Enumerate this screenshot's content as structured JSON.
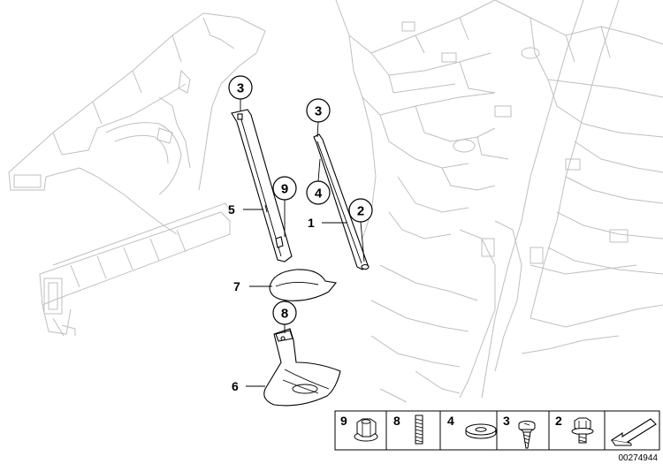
{
  "callouts": [
    {
      "label": "3"
    },
    {
      "label": "9"
    },
    {
      "label": "3"
    },
    {
      "label": "4"
    },
    {
      "label": "2"
    },
    {
      "label": "8"
    }
  ],
  "leader_labels": [
    {
      "label": "5"
    },
    {
      "label": "1"
    },
    {
      "label": "7"
    },
    {
      "label": "6"
    }
  ],
  "legend": {
    "items": [
      {
        "number": "9",
        "icon": "flange-nut-icon"
      },
      {
        "number": "8",
        "icon": "stud-bolt-icon"
      },
      {
        "number": "4",
        "icon": "washer-icon"
      },
      {
        "number": "3",
        "icon": "screw-icon"
      },
      {
        "number": "2",
        "icon": "flange-bolt-icon"
      }
    ],
    "direction_icon": "front-direction-arrow-icon"
  },
  "document_number": "00274944"
}
